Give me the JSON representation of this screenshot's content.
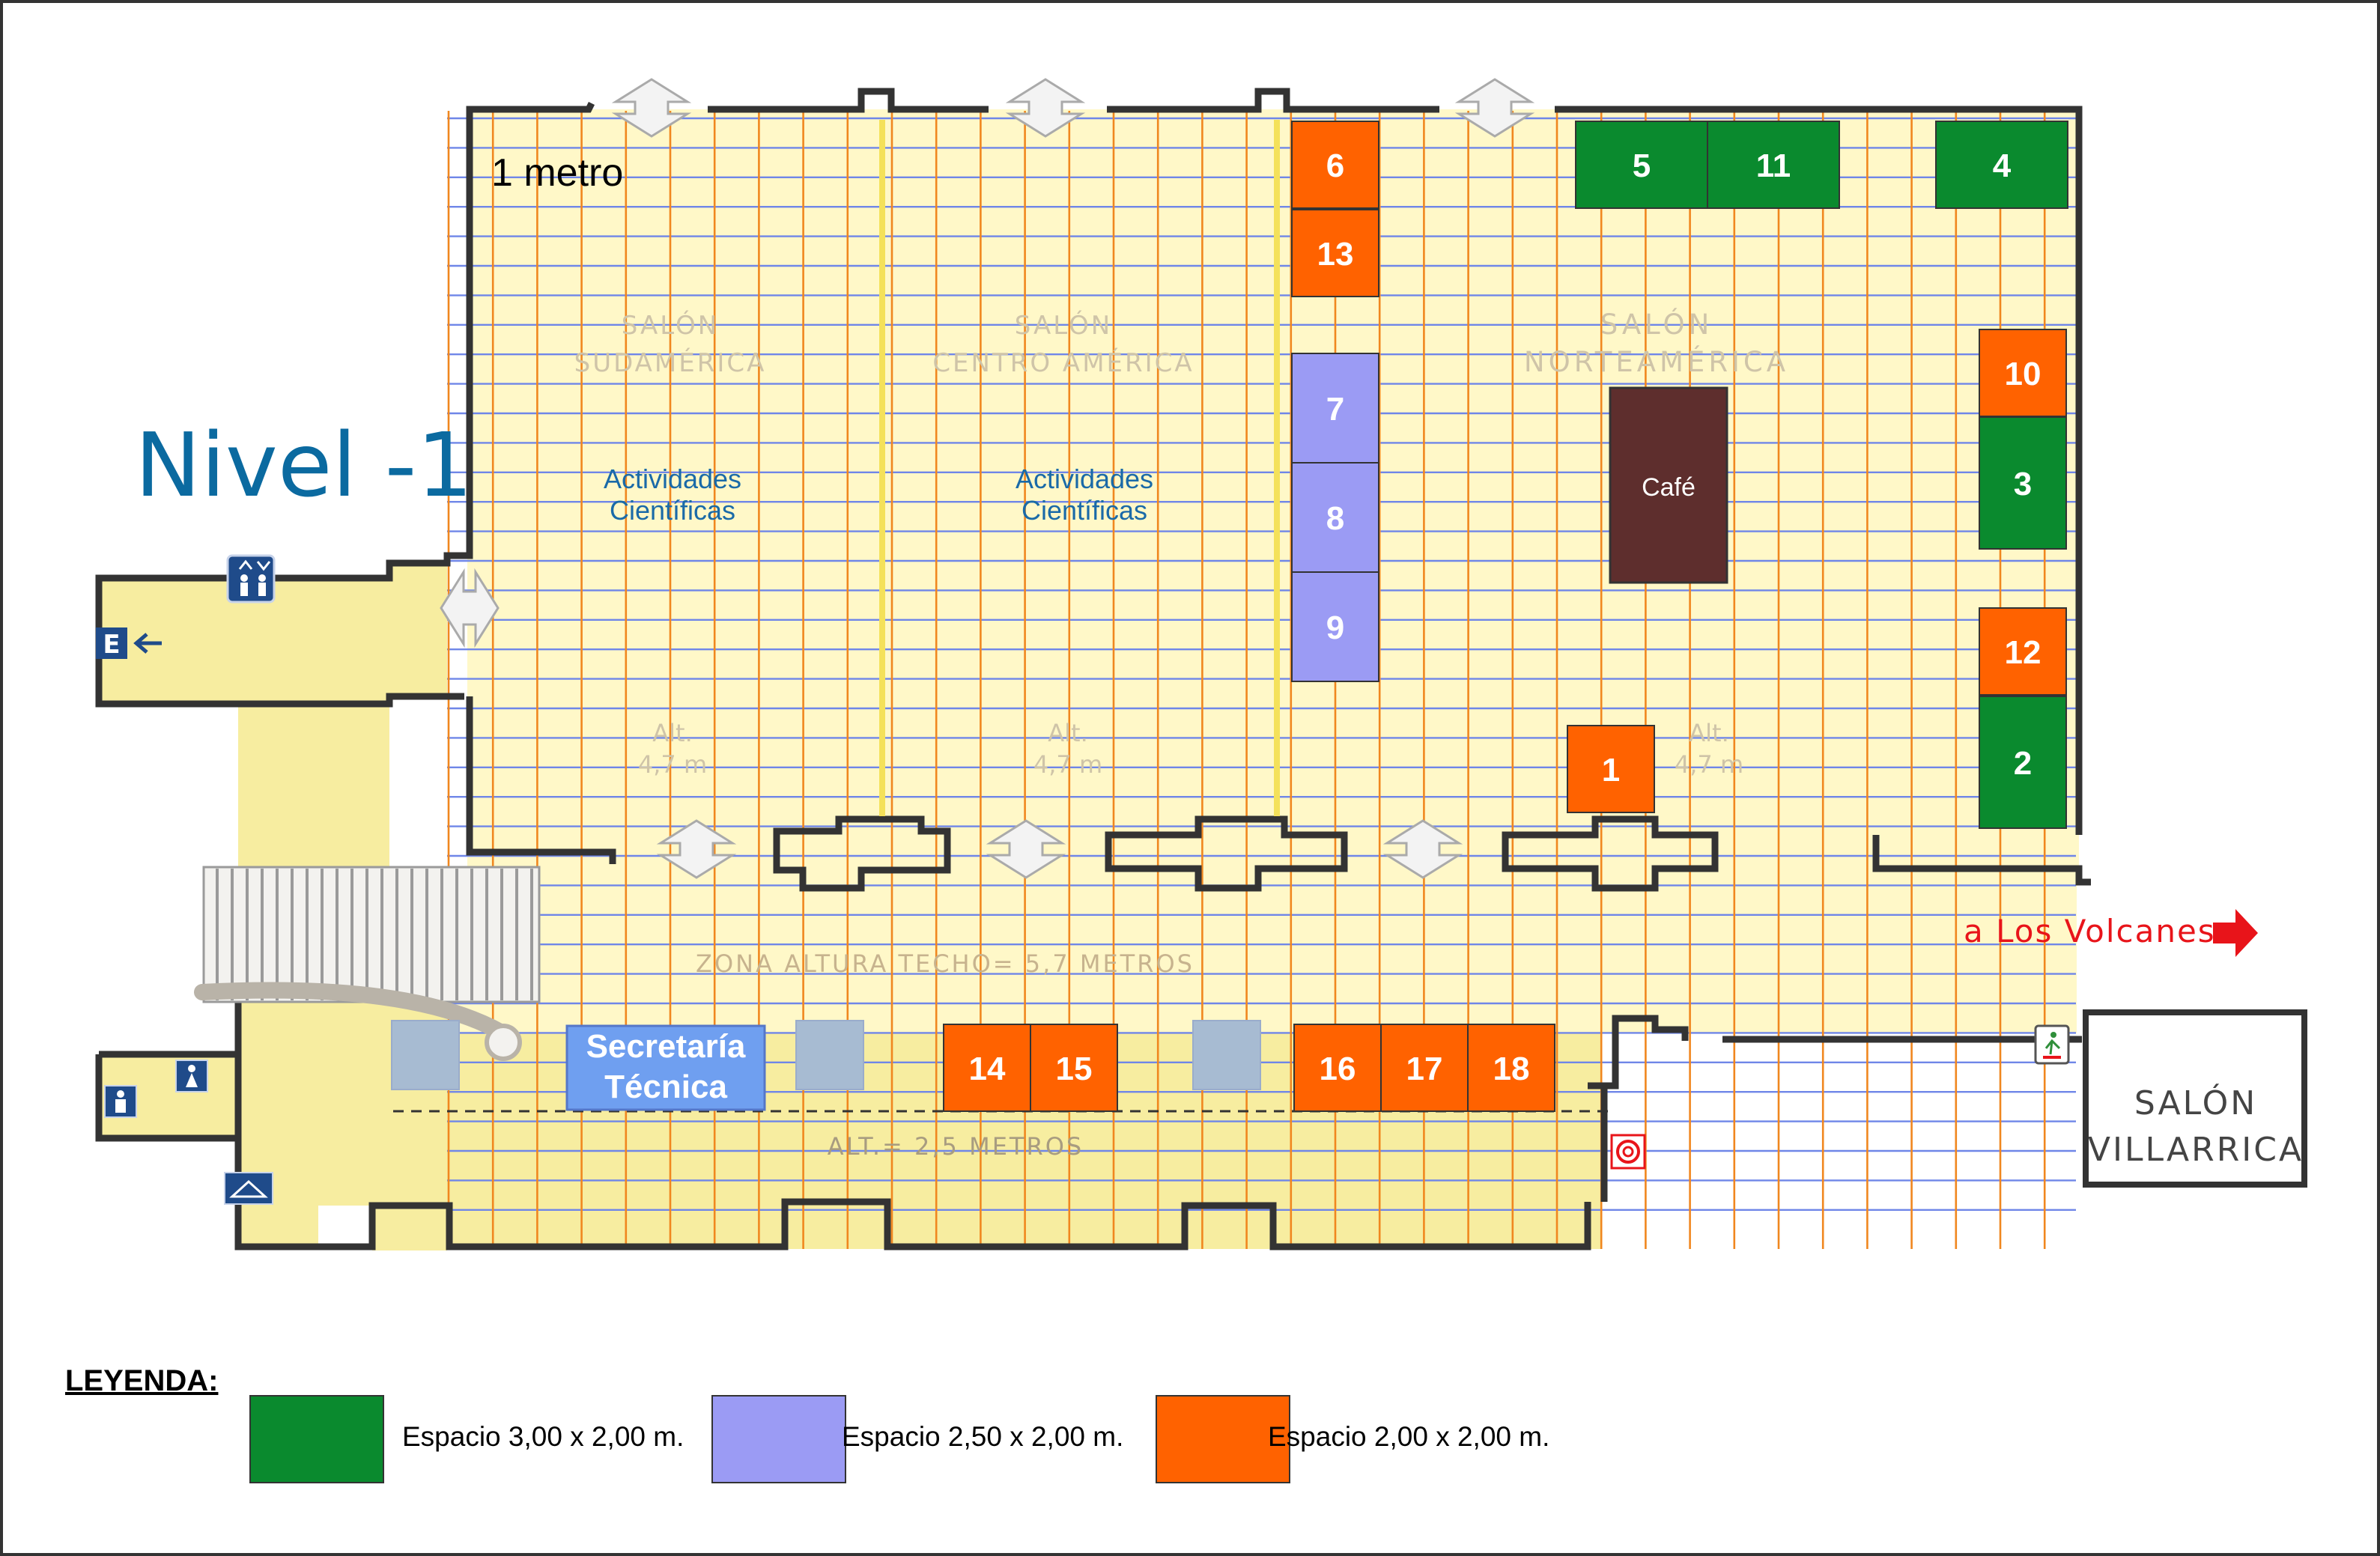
{
  "title": "Nivel -1",
  "scale_label": "1 metro",
  "rooms": {
    "sudamerica": "SALÓN\nSUDAMÉRICA",
    "centroamerica": "SALÓN\nCENTRO AMÉRICA",
    "norteamerica": "SALÓN\nNORTEAMÉRICA",
    "villarrica": "SALÓN\nVILLARRICA"
  },
  "activities_label": "Actividades\nCientíficas",
  "height_label": "Alt.\n4,7 m",
  "zone_ceiling_label": "ZONA ALTURA TECHO= 5,7 METROS",
  "alt_low_label": "ALT.= 2,5 METROS",
  "secretaria_label": "Secretaría\nTécnica",
  "cafe_label": "Café",
  "exit_label": "a Los Volcanes",
  "exit_badge": "E",
  "booths": [
    {
      "id": "1",
      "type": "orange"
    },
    {
      "id": "2",
      "type": "green"
    },
    {
      "id": "3",
      "type": "green"
    },
    {
      "id": "4",
      "type": "green"
    },
    {
      "id": "5",
      "type": "green"
    },
    {
      "id": "6",
      "type": "orange"
    },
    {
      "id": "7",
      "type": "purple"
    },
    {
      "id": "8",
      "type": "purple"
    },
    {
      "id": "9",
      "type": "purple"
    },
    {
      "id": "10",
      "type": "orange"
    },
    {
      "id": "11",
      "type": "green"
    },
    {
      "id": "12",
      "type": "orange"
    },
    {
      "id": "13",
      "type": "orange"
    },
    {
      "id": "14",
      "type": "orange"
    },
    {
      "id": "15",
      "type": "orange"
    },
    {
      "id": "16",
      "type": "orange"
    },
    {
      "id": "17",
      "type": "orange"
    },
    {
      "id": "18",
      "type": "orange"
    }
  ],
  "legend": {
    "title": "LEYENDA:",
    "items": [
      {
        "label": "Espacio 3,00 x 2,00 m.",
        "color": "#0a8a2e"
      },
      {
        "label": "Espacio 2,50 x 2,00 m.",
        "color": "#9b9bf4"
      },
      {
        "label": "Espacio 2,00 x 2,00 m.",
        "color": "#ff6200"
      }
    ]
  },
  "colors": {
    "green": "#0a8a2e",
    "purple": "#9b9bf4",
    "orange": "#ff6200",
    "cafe": "#5e2e2d",
    "floor": "#fff8c8",
    "floor_dark": "#f7eda0",
    "secretaria": "#6f9ff0",
    "title": "#0b6aa0",
    "exit": "#e8141a",
    "wall": "#333333",
    "grid_h": "#6f86e8",
    "grid_v": "#f0871f"
  },
  "icons": [
    "elevator-icon",
    "exit-icon",
    "restroom-men-icon",
    "restroom-women-icon",
    "cloakroom-icon",
    "emergency-exit-icon",
    "fire-hose-icon",
    "stairs-icon",
    "door-arrow-icon"
  ]
}
